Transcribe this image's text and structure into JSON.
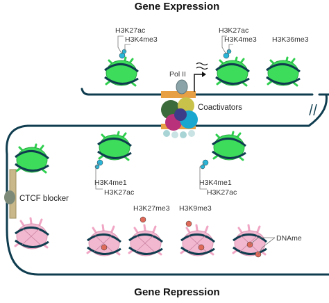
{
  "titles": {
    "top": "Gene Expression",
    "bottom": "Gene Repression"
  },
  "labels": {
    "h3k27ac_1": "H3K27ac",
    "h3k4me3_1": "H3K4me3",
    "h3k27ac_2": "H3K27ac",
    "h3k4me3_2": "H3K4me3",
    "h3k36me3": "H3K36me3",
    "pol2": "Pol II",
    "coactivators": "Coactivators",
    "h3k4me1_1": "H3K4me1",
    "h3k27ac_3": "H3K27ac",
    "h3k4me1_2": "H3K4me1",
    "h3k27ac_4": "H3K27ac",
    "ctcf": "CTCF blocker",
    "h3k27me3": "H3K27me3",
    "h3k9me3": "H3K9me3",
    "dname": "DNAme"
  },
  "colors": {
    "active_nucleosome": "#3ddc5a",
    "active_tail": "#2fcf4f",
    "repressed_nucleosome": "#f2b8d0",
    "repressed_tail": "#f0a6c4",
    "dna": "#0f3d4f",
    "acetyl_mark": "#29b6d9",
    "methyl_mark": "#e06a5a",
    "ctcf_rod": "#c9b98a",
    "ctcf_protein": "#7d8a78"
  },
  "icons": [
    "wavy-transcript-icon",
    "tss-arrow-icon",
    "break-mark-icon"
  ]
}
